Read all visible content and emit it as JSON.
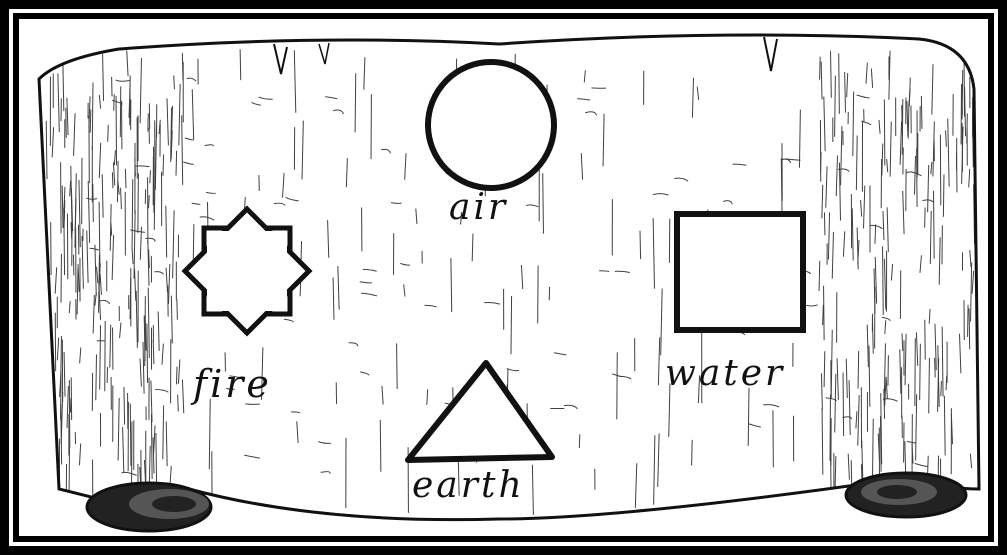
{
  "scroll": {
    "elements": [
      {
        "key": "air",
        "label": "air",
        "shape": "circle"
      },
      {
        "key": "fire",
        "label": "fire",
        "shape": "eight-point-star"
      },
      {
        "key": "water",
        "label": "water",
        "shape": "square"
      },
      {
        "key": "earth",
        "label": "earth",
        "shape": "triangle"
      }
    ]
  },
  "colors": {
    "ink": "#111111",
    "paper": "#ffffff",
    "frame": "#000000"
  }
}
